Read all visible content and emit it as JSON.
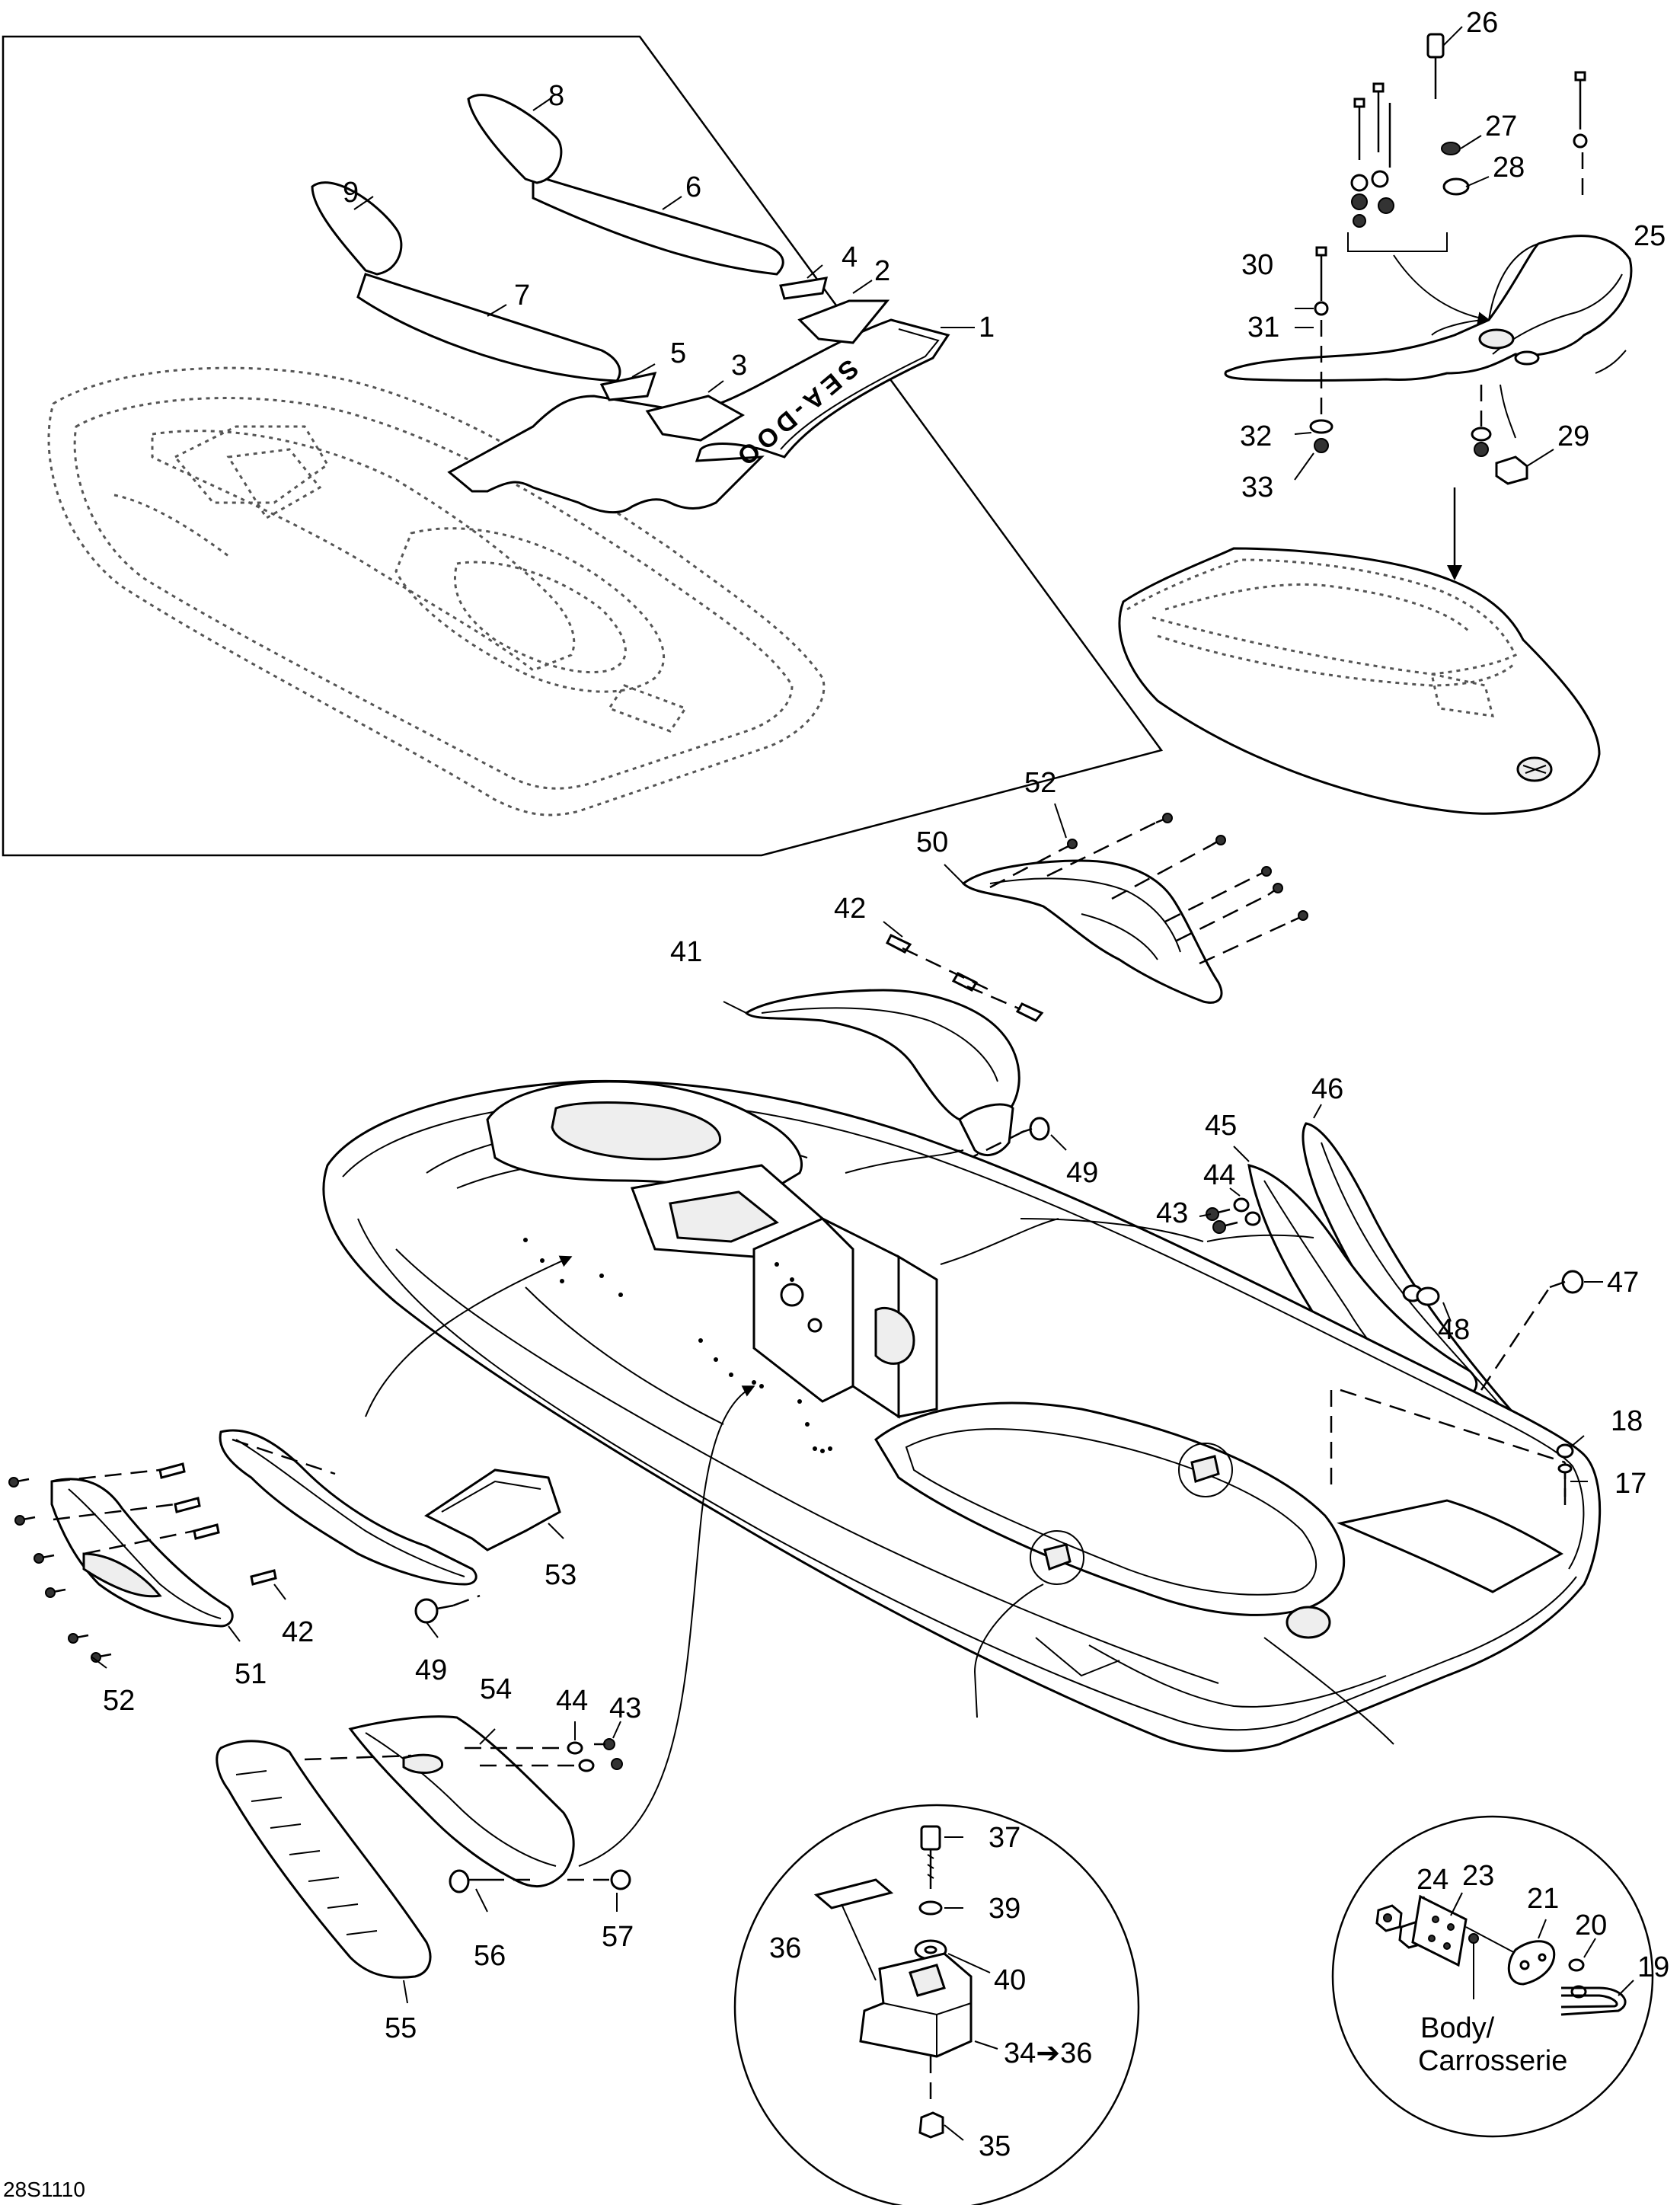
{
  "diagram": {
    "figure_code": "28S1110",
    "logo_text": "SEA-DOO",
    "body_label_line1": "Body/",
    "body_label_line2": "Carrosserie",
    "callouts": {
      "c1": "1",
      "c2": "2",
      "c3": "3",
      "c4": "4",
      "c5": "5",
      "c6": "6",
      "c7": "7",
      "c8": "8",
      "c9": "9",
      "c17": "17",
      "c18": "18",
      "c19": "19",
      "c20": "20",
      "c21": "21",
      "c23": "23",
      "c24": "24",
      "c25": "25",
      "c26": "26",
      "c27": "27",
      "c28": "28",
      "c29": "29",
      "c30": "30",
      "c31": "31",
      "c32": "32",
      "c33": "33",
      "c34": "34➔36",
      "c35": "35",
      "c36": "36",
      "c37": "37",
      "c39": "39",
      "c40": "40",
      "c41": "41",
      "c42a": "42",
      "c42b": "42",
      "c43a": "43",
      "c43b": "43",
      "c44a": "44",
      "c44b": "44",
      "c45": "45",
      "c46": "46",
      "c47": "47",
      "c48": "48",
      "c49a": "49",
      "c49b": "49",
      "c50": "50",
      "c51": "51",
      "c52a": "52",
      "c52b": "52",
      "c53": "53",
      "c54": "54",
      "c55": "55",
      "c56": "56",
      "c57": "57"
    }
  }
}
